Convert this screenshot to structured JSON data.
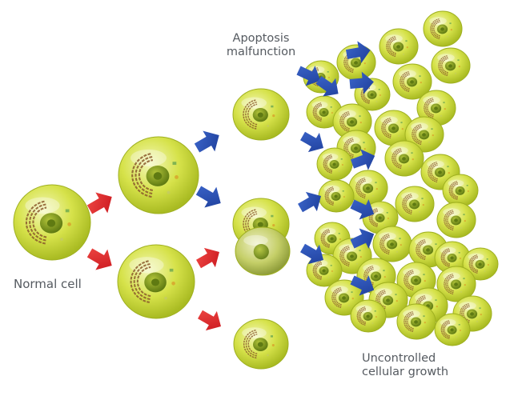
{
  "labels": {
    "normal_cell": "Normal cell",
    "apoptosis": [
      "Apoptosis",
      "malfunction"
    ],
    "uncontrolled": [
      "Uncontrolled",
      "cellular growth"
    ]
  },
  "colors": {
    "cell_fill": "#cfdc3a",
    "cell_fill_light": "#eef3a8",
    "cell_edge": "#9fb020",
    "nucleus": "#7f9a1e",
    "nucleus_dark": "#5f7a12",
    "organelle_stripe": "#8b5a2b",
    "red_arrow": "#e4222a",
    "blue_arrow": "#2a4fb2",
    "text": "#555a60"
  },
  "icons": {
    "red_arrow": "arrow-right-icon",
    "blue_arrow": "arrow-right-icon"
  }
}
